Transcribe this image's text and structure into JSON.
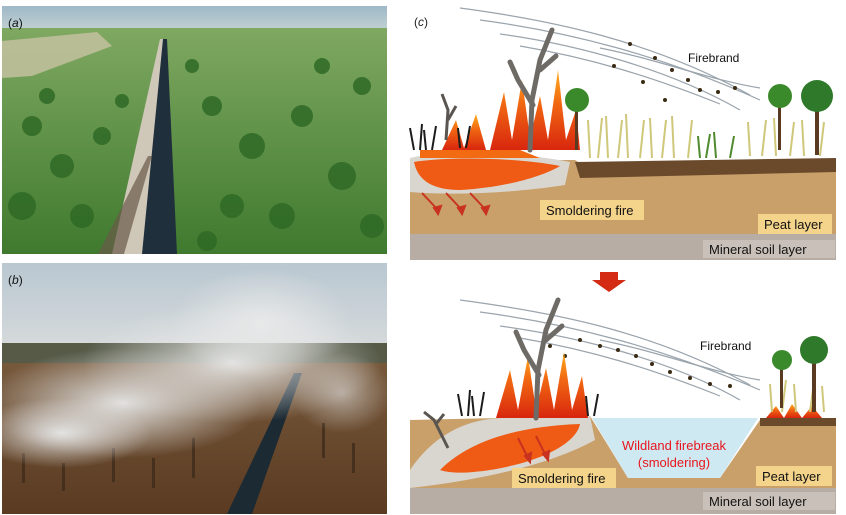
{
  "panels": {
    "a": {
      "label_prefix": "(",
      "label_letter": "a",
      "label_suffix": ")"
    },
    "b": {
      "label_prefix": "(",
      "label_letter": "b",
      "label_suffix": ")"
    },
    "c": {
      "label_prefix": "(",
      "label_letter": "c",
      "label_suffix": ")"
    }
  },
  "diagram": {
    "top": {
      "firebrand": "Firebrand",
      "smoldering": "Smoldering fire",
      "peat": "Peat layer",
      "mineral": "Mineral soil  layer"
    },
    "bottom": {
      "firebrand": "Firebrand",
      "smoldering": "Smoldering fire",
      "firebreak_line1": "Wildland firebreak",
      "firebreak_line2": "(smoldering)",
      "peat": "Peat layer",
      "mineral": "Mineral soil  layer"
    }
  },
  "colors": {
    "peat": "#c9a06a",
    "mineral": "#b7ada4",
    "fire": "#f04a10",
    "firebreak_text": "#e8141b",
    "arrow": "#c8321e",
    "water": "#cfe9f3"
  }
}
